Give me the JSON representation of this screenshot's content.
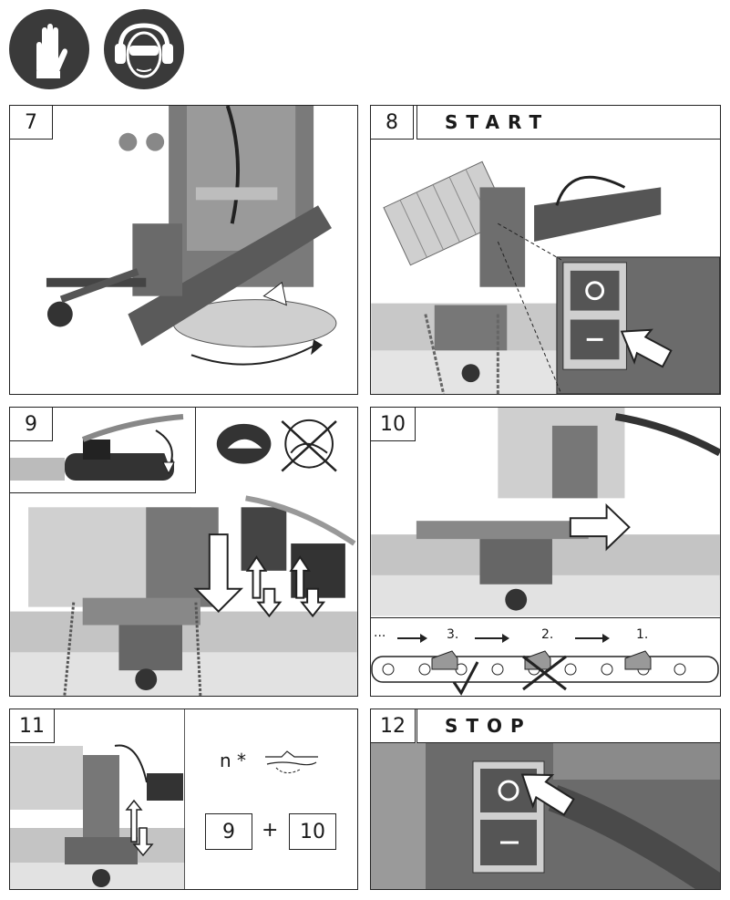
{
  "safety_icons": [
    {
      "icon": "gloves-icon"
    },
    {
      "icon": "goggles-earmuffs-icon"
    }
  ],
  "steps": {
    "s7": {
      "number": "7"
    },
    "s8": {
      "number": "8",
      "title": "START"
    },
    "s9": {
      "number": "9"
    },
    "s10": {
      "number": "10",
      "sequence": [
        "...",
        "3.",
        "2.",
        "1."
      ]
    },
    "s11": {
      "number": "11",
      "repeat_label": "n *",
      "box_a": "9",
      "plus": "+",
      "box_b": "10"
    },
    "s12": {
      "number": "12",
      "title": "STOP"
    }
  },
  "colors": {
    "frame": "#222222",
    "photo_dark": "#4a4a4a",
    "photo_mid": "#8c8c8c",
    "photo_light": "#d6d6d6",
    "icon_bg": "#3a3a3a"
  }
}
